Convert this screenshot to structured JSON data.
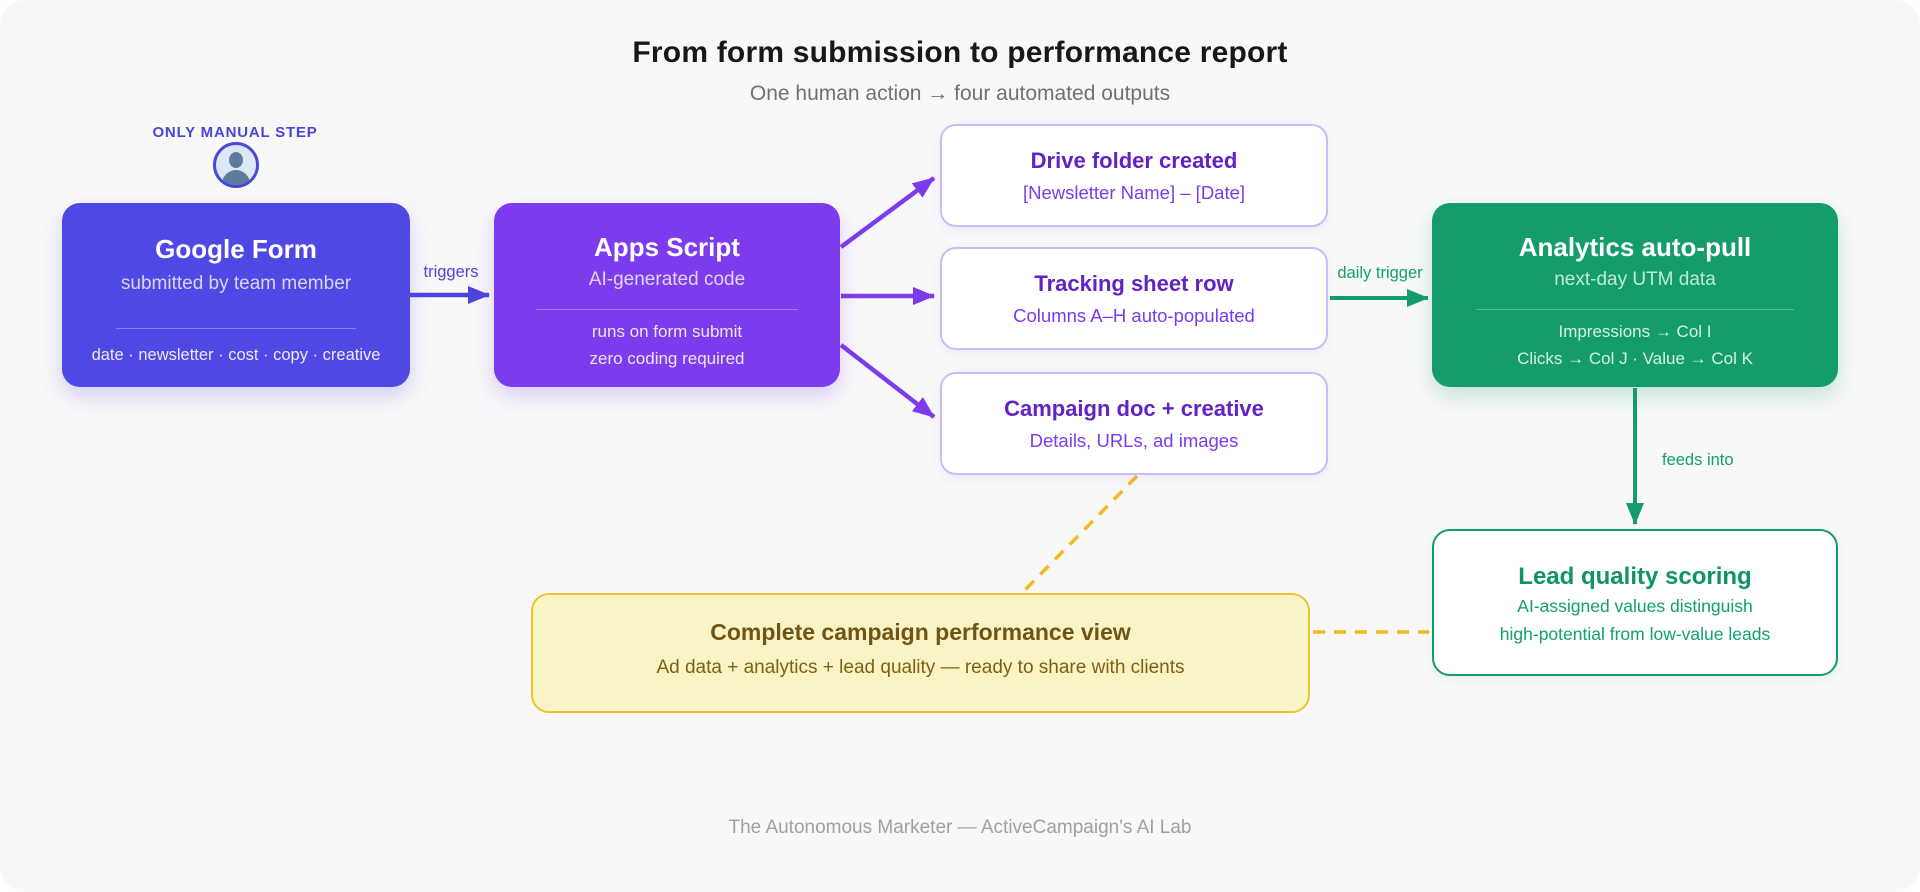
{
  "header": {
    "title": "From form submission to performance report",
    "subtitle": "One human action → four automated outputs"
  },
  "manual_step": {
    "label": "ONLY MANUAL STEP",
    "icon": "person-icon"
  },
  "nodes": {
    "google_form": {
      "title": "Google Form",
      "subtitle": "submitted by team member",
      "fields": "date · newsletter · cost · copy · creative"
    },
    "apps_script": {
      "title": "Apps Script",
      "subtitle": "AI-generated code",
      "lines": [
        "runs on form submit",
        "zero coding required"
      ]
    },
    "drive_folder": {
      "title": "Drive folder created",
      "subtitle": "[Newsletter Name] – [Date]"
    },
    "tracking_sheet": {
      "title": "Tracking sheet row",
      "subtitle": "Columns A–H auto-populated"
    },
    "campaign_doc": {
      "title": "Campaign doc + creative",
      "subtitle": "Details, URLs, ad images"
    },
    "analytics": {
      "title": "Analytics auto-pull",
      "subtitle": "next-day UTM data",
      "lines": [
        "Impressions → Col I",
        "Clicks → Col J · Value → Col K"
      ]
    },
    "lead_scoring": {
      "title": "Lead quality scoring",
      "lines": [
        "AI-assigned values distinguish",
        "high-potential from low-value leads"
      ]
    },
    "summary": {
      "title": "Complete campaign performance view",
      "subtitle": "Ad data + analytics + lead quality — ready to share with clients"
    }
  },
  "edges": {
    "form_to_script": "triggers",
    "sheet_to_analytics": "daily trigger",
    "analytics_to_scoring": "feeds into"
  },
  "footer": {
    "credit": "The Autonomous Marketer — ActiveCampaign's AI Lab"
  },
  "colors": {
    "canvas_bg": "#F8F8F9",
    "indigo": "#5048E5",
    "purple": "#7C3BEC",
    "lavender_border": "#C9BCF8",
    "violet_text": "#6322C5",
    "green": "#149D6B",
    "gold_dash": "#F2BB20",
    "yellow_bg": "#FAF3C5",
    "yellow_border": "#EDC32F",
    "brown_text": "#6F5413"
  }
}
